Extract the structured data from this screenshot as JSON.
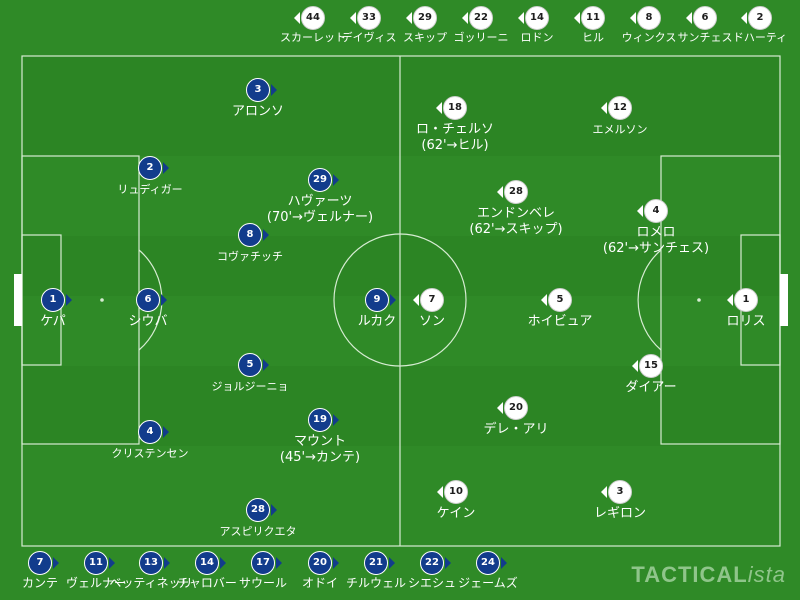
{
  "colors": {
    "pitch": "#2f8a27",
    "home": "#123c8c",
    "away": "#ffffff",
    "line": "#d6ecd2"
  },
  "home_players": [
    {
      "num": "3",
      "name": "アロンソ",
      "sub": ""
    },
    {
      "num": "2",
      "name": "リュディガー",
      "sub": ""
    },
    {
      "num": "29",
      "name": "ハヴァーツ",
      "sub": "(70'→ヴェルナー)"
    },
    {
      "num": "8",
      "name": "コヴァチッチ",
      "sub": ""
    },
    {
      "num": "1",
      "name": "ケパ",
      "sub": ""
    },
    {
      "num": "6",
      "name": "シウバ",
      "sub": ""
    },
    {
      "num": "9",
      "name": "ルカク",
      "sub": ""
    },
    {
      "num": "5",
      "name": "ジョルジーニョ",
      "sub": ""
    },
    {
      "num": "4",
      "name": "クリステンセン",
      "sub": ""
    },
    {
      "num": "19",
      "name": "マウント",
      "sub": "(45'→カンテ)"
    },
    {
      "num": "28",
      "name": "アスピリクエタ",
      "sub": ""
    }
  ],
  "away_players": [
    {
      "num": "18",
      "name": "ロ・チェルソ",
      "sub": "(62'→ヒル)"
    },
    {
      "num": "12",
      "name": "エメルソン",
      "sub": ""
    },
    {
      "num": "28",
      "name": "エンドンベレ",
      "sub": "(62'→スキップ)"
    },
    {
      "num": "4",
      "name": "ロメロ",
      "sub": "(62'→サンチェス)"
    },
    {
      "num": "7",
      "name": "ソン",
      "sub": ""
    },
    {
      "num": "5",
      "name": "ホイビュア",
      "sub": ""
    },
    {
      "num": "1",
      "name": "ロリス",
      "sub": ""
    },
    {
      "num": "15",
      "name": "ダイアー",
      "sub": ""
    },
    {
      "num": "20",
      "name": "デレ・アリ",
      "sub": ""
    },
    {
      "num": "10",
      "name": "ケイン",
      "sub": ""
    },
    {
      "num": "3",
      "name": "レギロン",
      "sub": ""
    }
  ],
  "away_bench": [
    {
      "num": "44",
      "name": "スカーレット"
    },
    {
      "num": "33",
      "name": "デイヴィス"
    },
    {
      "num": "29",
      "name": "スキップ"
    },
    {
      "num": "22",
      "name": "ゴッリーニ"
    },
    {
      "num": "14",
      "name": "ロドン"
    },
    {
      "num": "11",
      "name": "ヒル"
    },
    {
      "num": "8",
      "name": "ウィンクス"
    },
    {
      "num": "6",
      "name": "サンチェス"
    },
    {
      "num": "2",
      "name": "ドハーティ"
    }
  ],
  "home_bench": [
    {
      "num": "7",
      "name": "カンテ"
    },
    {
      "num": "11",
      "name": "ヴェルナー"
    },
    {
      "num": "13",
      "name": "ベッティネッリ"
    },
    {
      "num": "14",
      "name": "チャロバー"
    },
    {
      "num": "17",
      "name": "サウール"
    },
    {
      "num": "20",
      "name": "オドイ"
    },
    {
      "num": "21",
      "name": "チルウェル"
    },
    {
      "num": "22",
      "name": "シエシュ"
    },
    {
      "num": "24",
      "name": "ジェームズ"
    }
  ],
  "brand": {
    "main": "TACTICAL",
    "italic": "ista"
  }
}
